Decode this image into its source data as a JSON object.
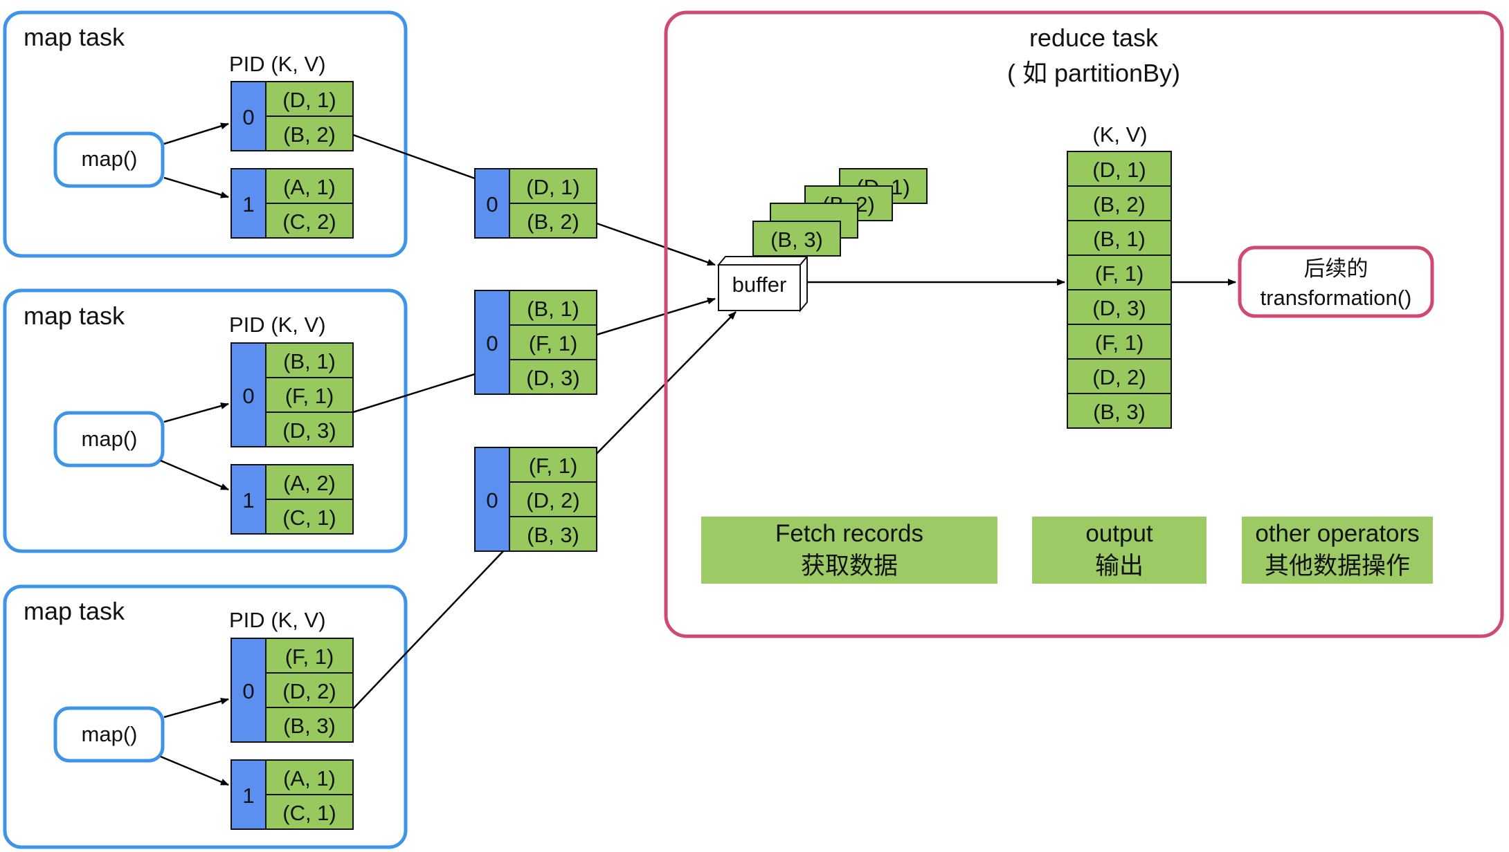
{
  "map_tasks": [
    {
      "title": "map task",
      "header": "PID  (K, V)",
      "func": "map()",
      "partitions": [
        {
          "pid": "0",
          "records": [
            "(D, 1)",
            "(B, 2)"
          ]
        },
        {
          "pid": "1",
          "records": [
            "(A, 1)",
            "(C, 2)"
          ]
        }
      ]
    },
    {
      "title": "map task",
      "header": "PID  (K, V)",
      "func": "map()",
      "partitions": [
        {
          "pid": "0",
          "records": [
            "(B, 1)",
            "(F, 1)",
            "(D, 3)"
          ]
        },
        {
          "pid": "1",
          "records": [
            "(A, 2)",
            "(C, 1)"
          ]
        }
      ]
    },
    {
      "title": "map task",
      "header": "PID  (K, V)",
      "func": "map()",
      "partitions": [
        {
          "pid": "0",
          "records": [
            "(F, 1)",
            "(D, 2)",
            "(B, 3)"
          ]
        },
        {
          "pid": "1",
          "records": [
            "(A, 1)",
            "(C, 1)"
          ]
        }
      ]
    }
  ],
  "shuffled": [
    {
      "pid": "0",
      "records": [
        "(D, 1)",
        "(B, 2)"
      ]
    },
    {
      "pid": "0",
      "records": [
        "(B, 1)",
        "(F, 1)",
        "(D, 3)"
      ]
    },
    {
      "pid": "0",
      "records": [
        "(F, 1)",
        "(D, 2)",
        "(B, 3)"
      ]
    }
  ],
  "reduce": {
    "title": "reduce task",
    "subtitle": "( 如 partitionBy)",
    "stack_cards": [
      "(D, 1)",
      "(B, 2)",
      "",
      "(B, 3)"
    ],
    "buffer_label": "buffer",
    "output_header": "(K, V)",
    "output_records": [
      "(D, 1)",
      "(B, 2)",
      "(B, 1)",
      "(F, 1)",
      "(D, 3)",
      "(F, 1)",
      "(D, 2)",
      "(B, 3)"
    ],
    "next_line1": "后续的",
    "next_line2": "transformation()",
    "legend": [
      {
        "line1": "Fetch records",
        "line2": "获取数据"
      },
      {
        "line1": "output",
        "line2": "输出"
      },
      {
        "line1": "other operators",
        "line2": "其他数据操作"
      }
    ]
  },
  "colors": {
    "map_border": "#3d94e8",
    "reduce_border": "#cf4a6e",
    "pid_fill": "#5b8ff0",
    "record_fill": "#97c95f",
    "legend_fill": "#9ccb65"
  }
}
